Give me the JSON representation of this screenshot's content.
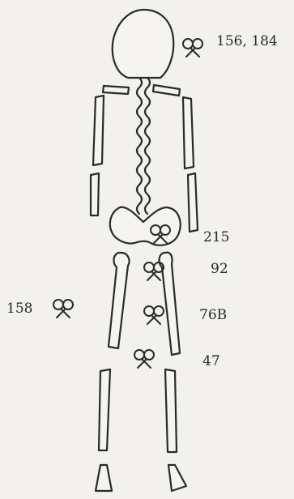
{
  "labels": {
    "head": "156, 184",
    "pelvis": "215",
    "upper_thigh": "92",
    "left_outside": "158",
    "mid_thigh": "76B",
    "knee": "47"
  },
  "symbol": {
    "name": "paired-circles-marker-icon",
    "stroke_color": "#2a2a2a"
  }
}
